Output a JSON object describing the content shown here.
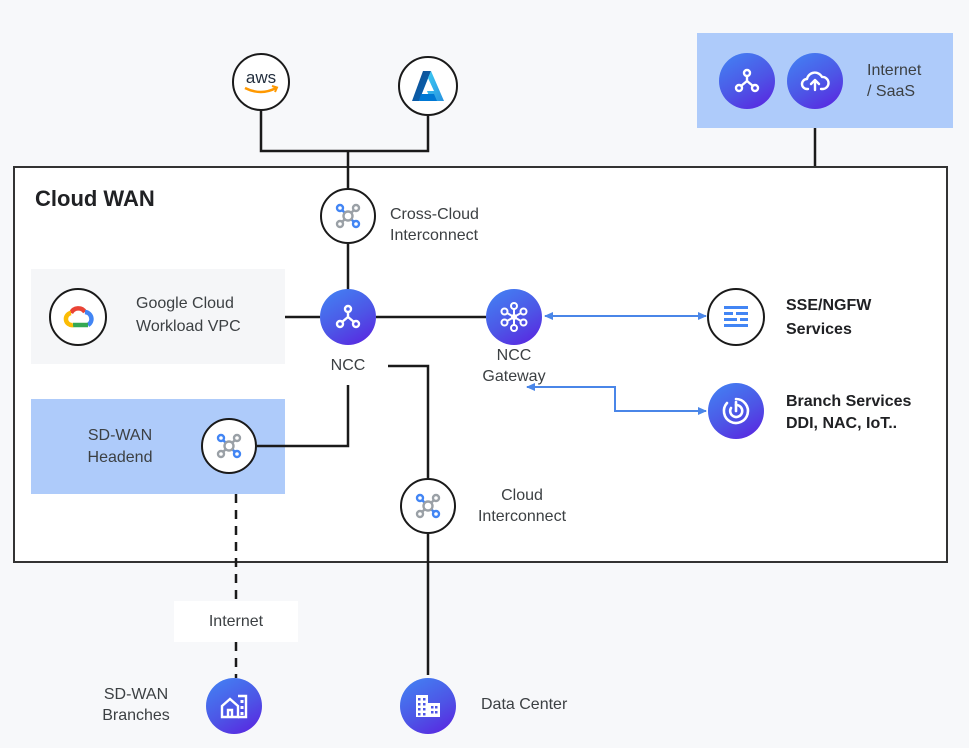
{
  "title": "Cloud WAN",
  "colors": {
    "line": "#1a1a1a",
    "arrow": "#4a86e8",
    "highlight_box": "#aecbfa",
    "node_gradient_start": "#4285f4",
    "node_gradient_end": "#5b1fe0"
  },
  "nodes": {
    "aws": {
      "label": "aws",
      "icon": "aws-logo"
    },
    "azure": {
      "label": "",
      "icon": "azure-logo"
    },
    "internet_saas": {
      "label_line1": "Internet",
      "label_line2": "/ SaaS",
      "icons": [
        "hub-icon",
        "cloud-upload-icon"
      ]
    },
    "cross_cloud": {
      "label_line1": "Cross-Cloud",
      "label_line2": "Interconnect",
      "icon": "interconnect-icon"
    },
    "gcp_vpc": {
      "label_line1": "Google Cloud",
      "label_line2": "Workload VPC",
      "icon": "google-cloud-logo"
    },
    "ncc": {
      "label": "NCC",
      "icon": "hub-icon"
    },
    "ncc_gateway": {
      "label_line1": "NCC",
      "label_line2": "Gateway",
      "icon": "gateway-icon"
    },
    "sse_ngfw": {
      "label_line1": "SSE/NGFW",
      "label_line2": "Services",
      "icon": "firewall-icon"
    },
    "branch_services": {
      "label_line1": "Branch Services",
      "label_line2": "DDI, NAC, IoT..",
      "icon": "radar-icon"
    },
    "sdwan_headend": {
      "label_line1": "SD-WAN",
      "label_line2": "Headend",
      "icon": "interconnect-icon"
    },
    "cloud_interconnect": {
      "label_line1": "Cloud",
      "label_line2": "Interconnect",
      "icon": "interconnect-icon"
    },
    "internet": {
      "label": "Internet"
    },
    "sdwan_branches": {
      "label_line1": "SD-WAN",
      "label_line2": "Branches",
      "icon": "branch-building-icon"
    },
    "data_center": {
      "label": "Data Center",
      "icon": "data-center-icon"
    }
  }
}
